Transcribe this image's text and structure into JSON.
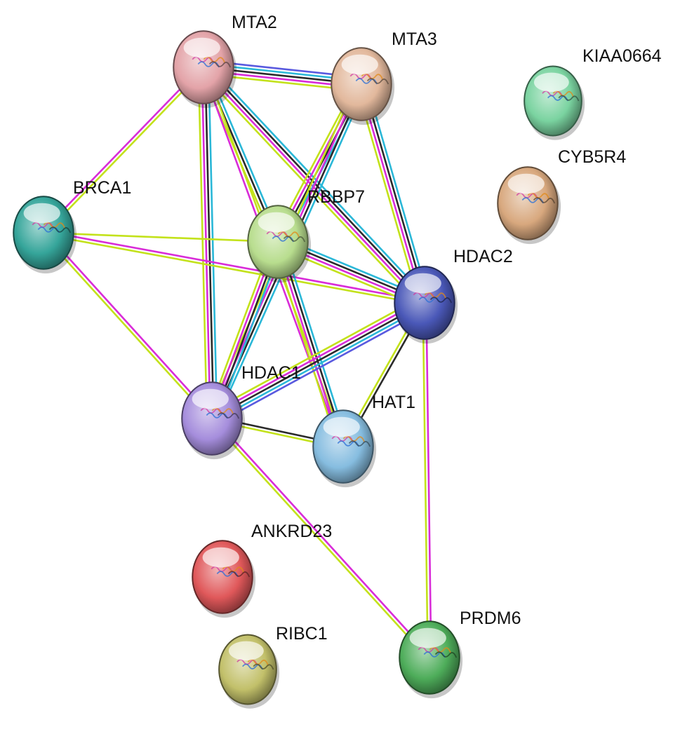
{
  "nodes": [
    {
      "id": "MTA2",
      "label": "MTA2",
      "color": "#e3a3a8",
      "icon": "protein-structure"
    },
    {
      "id": "MTA3",
      "label": "MTA3",
      "color": "#e2b89c",
      "icon": "protein-structure"
    },
    {
      "id": "KIAA0664",
      "label": "KIAA0664",
      "color": "#7ad3a0",
      "icon": "protein-structure"
    },
    {
      "id": "CYB5R4",
      "label": "CYB5R4",
      "color": "#d8a87e",
      "icon": "protein-structure"
    },
    {
      "id": "BRCA1",
      "label": "BRCA1",
      "color": "#35a59a",
      "icon": "protein-structure"
    },
    {
      "id": "RBBP7",
      "label": "RBBP7",
      "color": "#b8dd8e",
      "icon": "protein-structure"
    },
    {
      "id": "HDAC2",
      "label": "HDAC2",
      "color": "#4a58b8",
      "icon": "protein-structure"
    },
    {
      "id": "HDAC1",
      "label": "HDAC1",
      "color": "#a58ddc",
      "icon": "protein-structure"
    },
    {
      "id": "HAT1",
      "label": "HAT1",
      "color": "#86bde0",
      "icon": "protein-structure"
    },
    {
      "id": "ANKRD23",
      "label": "ANKRD23",
      "color": "#e0585a",
      "icon": "protein-structure"
    },
    {
      "id": "RIBC1",
      "label": "RIBC1",
      "color": "#c2c06a",
      "icon": "protein-structure"
    },
    {
      "id": "PRDM6",
      "label": "PRDM6",
      "color": "#4ead5a",
      "icon": "protein-structure"
    }
  ],
  "edge_colors": {
    "curated_database": "#2bb8d8",
    "experimental": "#d92cd9",
    "textmining": "#c3e21b",
    "coexpression": "#2b2b2b",
    "homology": "#5a5adf",
    "neighborhood": "#1a9f2a"
  },
  "edges": [
    {
      "source": "MTA2",
      "target": "MTA3",
      "evidence": [
        "homology",
        "curated_database",
        "coexpression",
        "experimental",
        "textmining"
      ]
    },
    {
      "source": "MTA2",
      "target": "BRCA1",
      "evidence": [
        "textmining",
        "experimental"
      ]
    },
    {
      "source": "MTA2",
      "target": "RBBP7",
      "evidence": [
        "curated_database",
        "coexpression",
        "textmining"
      ]
    },
    {
      "source": "MTA2",
      "target": "HDAC2",
      "evidence": [
        "curated_database",
        "coexpression",
        "experimental",
        "textmining"
      ]
    },
    {
      "source": "MTA2",
      "target": "HDAC1",
      "evidence": [
        "curated_database",
        "coexpression",
        "experimental",
        "textmining"
      ]
    },
    {
      "source": "MTA2",
      "target": "HAT1",
      "evidence": [
        "textmining",
        "experimental"
      ]
    },
    {
      "source": "MTA3",
      "target": "RBBP7",
      "evidence": [
        "curated_database",
        "coexpression",
        "experimental",
        "textmining"
      ]
    },
    {
      "source": "MTA3",
      "target": "HDAC2",
      "evidence": [
        "curated_database",
        "coexpression",
        "experimental",
        "textmining"
      ]
    },
    {
      "source": "MTA3",
      "target": "HDAC1",
      "evidence": [
        "curated_database",
        "coexpression",
        "experimental",
        "textmining"
      ]
    },
    {
      "source": "BRCA1",
      "target": "RBBP7",
      "evidence": [
        "textmining"
      ]
    },
    {
      "source": "BRCA1",
      "target": "HDAC2",
      "evidence": [
        "experimental",
        "textmining"
      ]
    },
    {
      "source": "BRCA1",
      "target": "HDAC1",
      "evidence": [
        "experimental",
        "textmining"
      ]
    },
    {
      "source": "RBBP7",
      "target": "HDAC2",
      "evidence": [
        "curated_database",
        "coexpression",
        "experimental",
        "textmining"
      ]
    },
    {
      "source": "RBBP7",
      "target": "HDAC1",
      "evidence": [
        "curated_database",
        "coexpression",
        "experimental",
        "textmining"
      ]
    },
    {
      "source": "RBBP7",
      "target": "HAT1",
      "evidence": [
        "curated_database",
        "coexpression",
        "experimental",
        "textmining"
      ]
    },
    {
      "source": "HDAC2",
      "target": "HDAC1",
      "evidence": [
        "homology",
        "curated_database",
        "coexpression",
        "experimental",
        "textmining"
      ]
    },
    {
      "source": "HDAC2",
      "target": "HAT1",
      "evidence": [
        "coexpression",
        "textmining"
      ]
    },
    {
      "source": "HDAC2",
      "target": "PRDM6",
      "evidence": [
        "experimental",
        "textmining"
      ]
    },
    {
      "source": "HDAC1",
      "target": "HAT1",
      "evidence": [
        "coexpression",
        "textmining"
      ]
    },
    {
      "source": "HDAC1",
      "target": "PRDM6",
      "evidence": [
        "experimental",
        "textmining"
      ]
    }
  ]
}
